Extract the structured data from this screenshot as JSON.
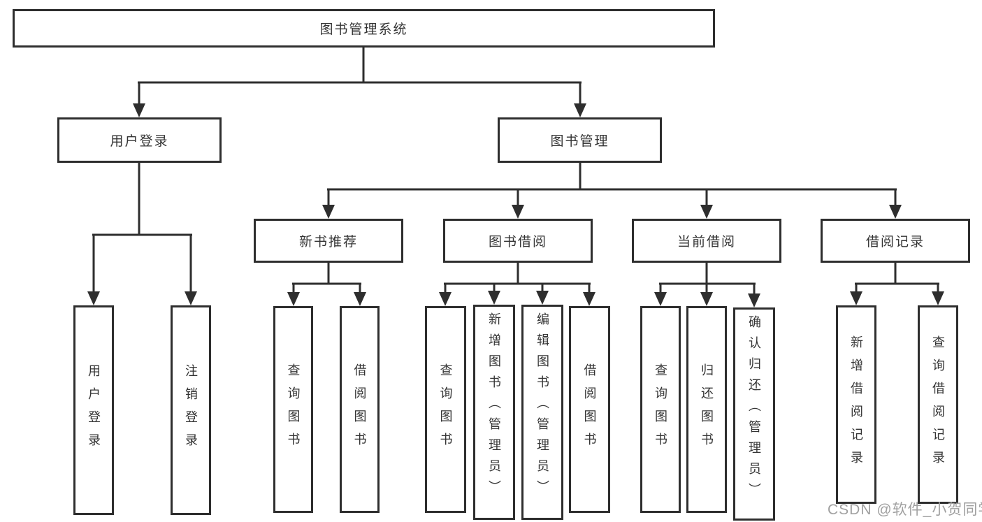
{
  "diagram": {
    "root": {
      "label": "图书管理系统"
    },
    "level2": {
      "user_login": {
        "label": "用户登录"
      },
      "book_mgmt": {
        "label": "图书管理"
      }
    },
    "level3": {
      "new_books": {
        "label": "新书推荐"
      },
      "book_borrow": {
        "label": "图书借阅"
      },
      "current_borrow": {
        "label": "当前借阅"
      },
      "borrow_records": {
        "label": "借阅记录"
      }
    },
    "leaves": {
      "user_login": [
        "用户登录",
        "注销登录"
      ],
      "new_books": [
        "查询图书",
        "借阅图书"
      ],
      "book_borrow": [
        "查询图书",
        "新增图书（管理员）",
        "编辑图书（管理员）",
        "借阅图书"
      ],
      "current_borrow": [
        "查询图书",
        "归还图书",
        "确认归还（管理员）"
      ],
      "borrow_records": [
        "新增借阅记录",
        "查询借阅记录"
      ]
    },
    "colors": {
      "line": "#2e2e2e",
      "text": "#333333",
      "box_background": "#ffffff",
      "watermark_text": "#a0a0a0"
    },
    "watermark": "CSDN @软件_小贺同学"
  }
}
